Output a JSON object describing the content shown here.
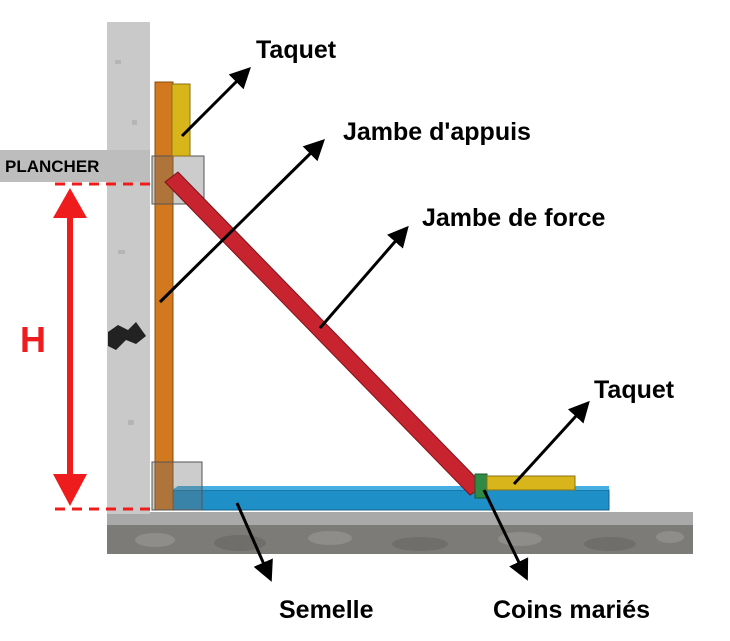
{
  "diagram": {
    "labels": {
      "taquet_top": "Taquet",
      "jambe_appuis": "Jambe d'appuis",
      "jambe_force": "Jambe de force",
      "taquet_bottom": "Taquet",
      "plancher": "PLANCHER",
      "height": "H",
      "semelle": "Semelle",
      "coins": "Coins mariés"
    },
    "colors": {
      "wall": "#c9c9c9",
      "ground": "#7d7b77",
      "ground_top": "#a9a9a9",
      "jambe_appuis": "#d2781f",
      "jambe_force": "#c8242f",
      "semelle": "#1f8fc8",
      "taquet": "#d9b51c",
      "coins": "#2f8a45",
      "dimension": "#ee1c1c",
      "arrow": "#000000"
    }
  }
}
